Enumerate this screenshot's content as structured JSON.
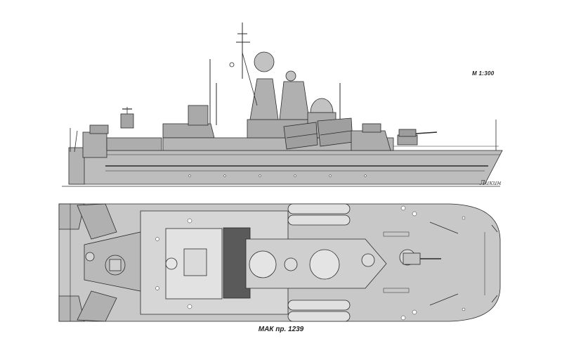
{
  "drawing": {
    "scale_label": "М 1:300",
    "caption": "МАК пр. 1239",
    "signature": "Ликин"
  },
  "colors": {
    "hull": "#bdbdbd",
    "superstructure": "#a9a9a9",
    "deck": "#c8c8c8",
    "ink": "#2a2a2a",
    "dark_panel": "#5a5a5a",
    "paper": "#ffffff"
  }
}
